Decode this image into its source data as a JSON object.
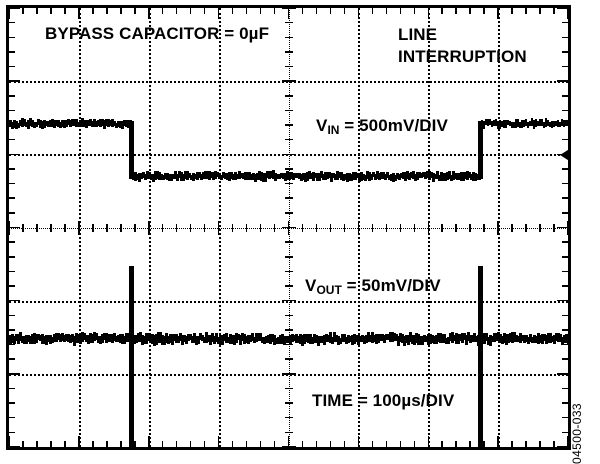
{
  "figure": {
    "title_note": "oscilloscope-screenshot",
    "watermark": "04500-033",
    "background_color": "#ffffff",
    "trace_color": "#000000",
    "graticule_color": "#000000"
  },
  "annotations": {
    "bypass_capacitor": "BYPASS CAPACITOR = 0µF",
    "line_interruption": "LINE\nINTERRUPTION",
    "vin_label_prefix": "V",
    "vin_label_sub": "IN",
    "vin_label_suffix": " = 500mV/DIV",
    "vout_label_prefix": "V",
    "vout_label_sub": "OUT",
    "vout_label_suffix": " = 50mV/DIV",
    "time_label": "TIME = 100µs/DIV"
  },
  "chart_data": {
    "type": "line",
    "title": "Line interruption response with 0µF bypass capacitor",
    "xlabel": "TIME",
    "ylabel": "",
    "grid": true,
    "legend": "none",
    "horizontal_divisions": 8,
    "vertical_divisions": 6,
    "time_per_div": "100µs",
    "time_per_div_us": 100,
    "xlim_us": [
      -400,
      400
    ],
    "series": [
      {
        "name": "VIN",
        "volts_per_div": "500mV",
        "volts_per_div_mv": 500,
        "description": "Input supply drops one division (500mV) during the line interruption then recovers",
        "points_us_div": [
          [
            -400,
            1.42
          ],
          [
            -224,
            1.42
          ],
          [
            -224,
            0.7
          ],
          [
            275,
            0.7
          ],
          [
            275,
            1.42
          ],
          [
            400,
            1.42
          ]
        ]
      },
      {
        "name": "VOUT",
        "volts_per_div": "50mV",
        "volts_per_div_mv": 50,
        "description": "Output shows narrow transient spikes at each line-interruption edge, otherwise flat",
        "baseline_div": -1.52,
        "spikes_us": [
          -224,
          275
        ],
        "spike_height_div": 1.0
      }
    ],
    "markers": [
      {
        "name": "trigger-level-arrow",
        "edge": "right",
        "y_div": 0.98
      }
    ]
  }
}
